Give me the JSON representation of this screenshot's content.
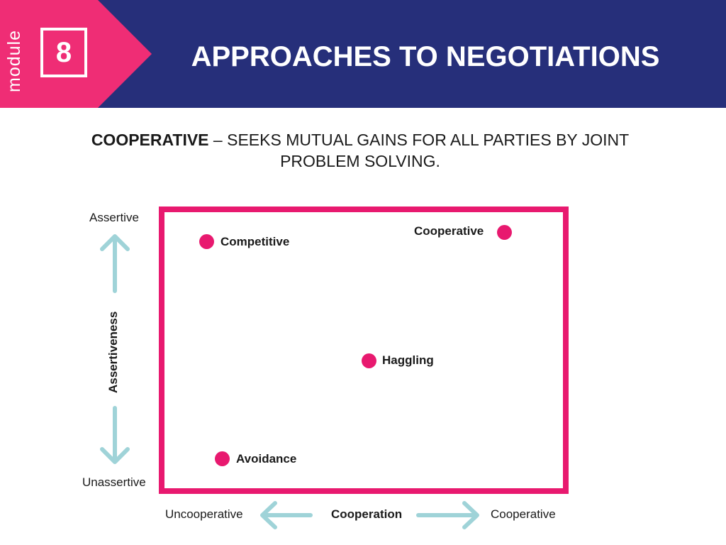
{
  "header": {
    "module_label": "module",
    "module_number": "8",
    "title": "APPROACHES TO NEGOTIATIONS",
    "colors": {
      "navy": "#262f7a",
      "pink": "#e8196f"
    }
  },
  "subtitle": {
    "lead": "COOPERATIVE",
    "rest": " – SEEKS MUTUAL GAINS FOR ALL PARTIES BY JOINT PROBLEM SOLVING."
  },
  "diagram": {
    "y_axis": {
      "title": "Assertiveness",
      "top_label": "Assertive",
      "bottom_label": "Unassertive"
    },
    "x_axis": {
      "title": "Cooperation",
      "left_label": "Uncooperative",
      "right_label": "Cooperative"
    },
    "points": [
      {
        "label": "Competitive"
      },
      {
        "label": "Cooperative"
      },
      {
        "label": "Haggling"
      },
      {
        "label": "Avoidance"
      }
    ],
    "colors": {
      "frame": "#e8196f",
      "arrow": "#9fd3d8"
    }
  }
}
